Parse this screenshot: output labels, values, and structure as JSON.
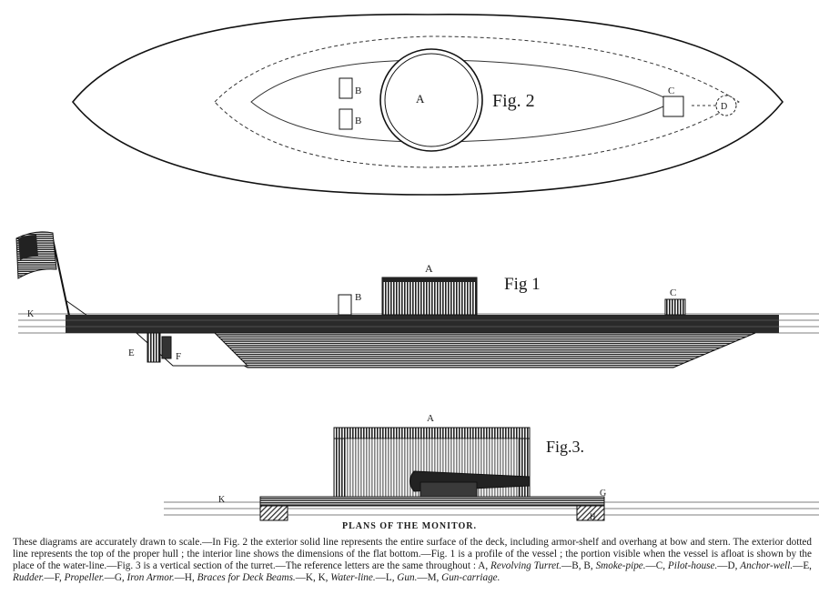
{
  "fig2": {
    "label": "Fig. 2",
    "turret": "A",
    "smokepipe_1": "B",
    "smokepipe_2": "B",
    "pilot_house": "C",
    "anchor_well": "D"
  },
  "fig1": {
    "label": "Fig 1",
    "turret": "A",
    "smokepipe": "B",
    "pilot_house": "C",
    "waterline": "K",
    "anchor_well": "E",
    "rudder": "F"
  },
  "fig3": {
    "label": "Fig.3.",
    "turret": "A",
    "waterline": "K",
    "armor": "G",
    "braces": "H"
  },
  "title": "PLANS OF THE MONITOR.",
  "caption": {
    "text1": "These diagrams are accurately drawn to scale.—In Fig. 2 the exterior solid line represents the entire surface of the deck, including armor-shelf and overhang at bow and stern.   The exterior dotted line represents the top of the proper hull ; the interior line shows the dimensions of the flat bottom.—Fig. 1 is a profile of the vessel ; the portion visible when the vessel is afloat is shown by the place of the water-line.—Fig. 3 is a vertical section of the turret.—The reference letters are the same throughout :  A, ",
    "a": "Revolving Turret.",
    "t_b": "—B, B, ",
    "b": "Smoke-pipe.",
    "t_c": "—C, ",
    "c": "Pilot-house.",
    "t_d": "—D, ",
    "d": "Anchor-well.",
    "t_e": "—E, ",
    "e": "Rudder.",
    "t_f": "—F, ",
    "f": "Propeller.",
    "t_g": "—G, ",
    "g": "Iron Armor.",
    "t_h": "—H, ",
    "h": "Braces for Deck Beams.",
    "t_k": "—K, K, ",
    "k": "Water-line.",
    "t_l": "—L, ",
    "l": "Gun.",
    "t_m": "—M, ",
    "m": "Gun-carriage."
  }
}
